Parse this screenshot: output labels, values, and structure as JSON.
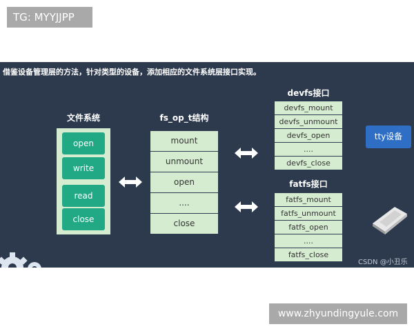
{
  "watermark_top": "TG: MYYJJPP",
  "watermark_bottom": "www.zhyundingyule.com",
  "caption": "借鉴设备管理层的方法，针对类型的设备，添加相应的文件系统层接口实现。",
  "fs_panel": {
    "title": "文件系统",
    "buttons": [
      "open",
      "write",
      "read",
      "close"
    ]
  },
  "struct": {
    "title": "fs_op_t结构",
    "rows": [
      "mount",
      "unmount",
      "open",
      "....",
      "close"
    ]
  },
  "devfs": {
    "title": "devfs接口",
    "rows": [
      "devfs_mount",
      "devfs_unmount",
      "devfs_open",
      "....",
      "devfs_close"
    ]
  },
  "fatfs": {
    "title": "fatfs接口",
    "rows": [
      "fatfs_mount",
      "fatfs_unmount",
      "fatfs_open",
      "....",
      "fatfs_close"
    ]
  },
  "tty_label": "tty设备",
  "credit": "CSDN @小丑乐",
  "icons": [
    "double-arrow-icon",
    "disk-device-icon",
    "gear-icon"
  ]
}
